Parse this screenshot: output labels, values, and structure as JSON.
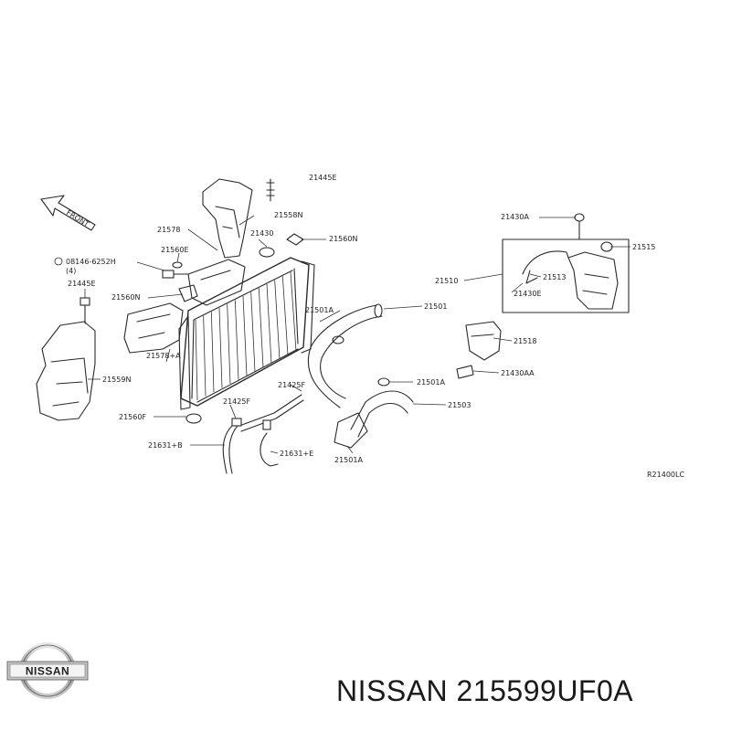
{
  "diagram": {
    "front_label": "FRONT",
    "ref_code": "R21400LC",
    "part_labels": [
      "21445E",
      "21558N",
      "21578",
      "21430",
      "21560N",
      "21560E",
      "08146-6252H",
      "(4)",
      "21445E",
      "21560N",
      "21578+A",
      "21559N",
      "21560F",
      "21501A",
      "21501",
      "21425F",
      "21425F",
      "21631+B",
      "21631+E",
      "21501A",
      "21503",
      "21501A",
      "21430A",
      "21515",
      "21510",
      "21513",
      "21430E",
      "21518",
      "21430AA"
    ]
  },
  "footer": {
    "brand_logo_text": "NISSAN",
    "title": "NISSAN 215599UF0A"
  }
}
